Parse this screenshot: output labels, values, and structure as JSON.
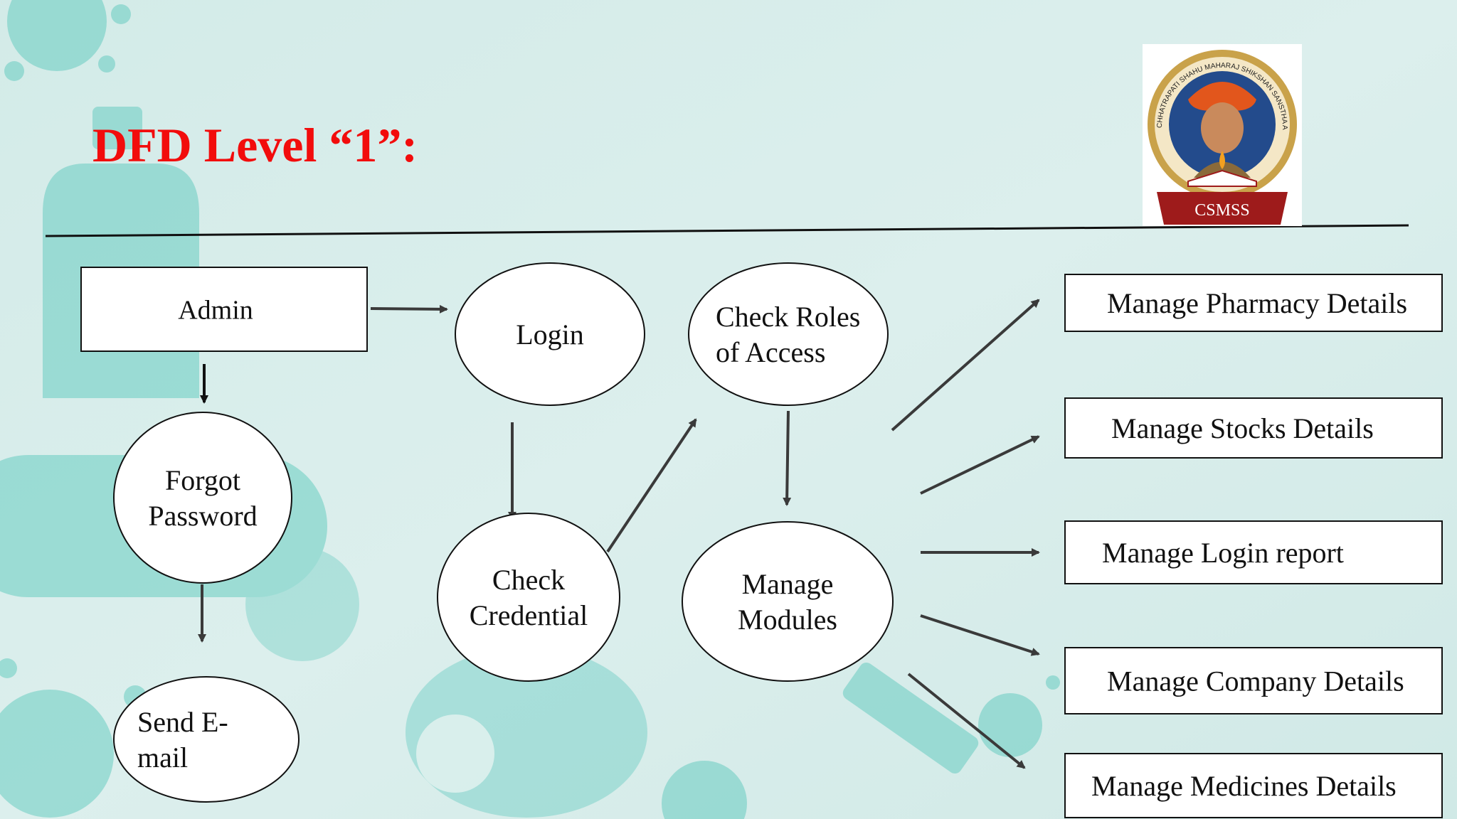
{
  "slide": {
    "title": "DFD Level “1”:",
    "logo_text": "CSMSS",
    "logo_ring_text": "CHHATRAPATI SHAHU MAHARAJ SHIKSHAN SANSTHA AURANGABAD"
  },
  "colors": {
    "title": "#f20c0c",
    "background": "#d6ecea",
    "decor": "#4fc4b8",
    "logo_gold": "#c9a24a",
    "logo_red": "#9e1b1b",
    "logo_blue": "#234b8c",
    "arrow": "#3a3a3a"
  },
  "diagram": {
    "nodes": [
      {
        "id": "admin",
        "shape": "rect",
        "lines": [
          "Admin"
        ]
      },
      {
        "id": "login",
        "shape": "ellipse",
        "lines": [
          "Login"
        ]
      },
      {
        "id": "check-roles",
        "shape": "ellipse",
        "lines": [
          "Check Roles",
          "of Access"
        ]
      },
      {
        "id": "forgot-password",
        "shape": "ellipse",
        "lines": [
          "Forgot",
          "Password"
        ]
      },
      {
        "id": "send-email",
        "shape": "ellipse",
        "lines": [
          "Send E-",
          "mail"
        ]
      },
      {
        "id": "check-credential",
        "shape": "ellipse",
        "lines": [
          "Check",
          "Credential"
        ]
      },
      {
        "id": "manage-modules",
        "shape": "ellipse",
        "lines": [
          "Manage",
          "Modules"
        ]
      },
      {
        "id": "manage-pharmacy",
        "shape": "rect",
        "lines": [
          "Manage Pharmacy Details"
        ]
      },
      {
        "id": "manage-stocks",
        "shape": "rect",
        "lines": [
          "Manage Stocks Details"
        ]
      },
      {
        "id": "manage-login-report",
        "shape": "rect",
        "lines": [
          "Manage Login report"
        ]
      },
      {
        "id": "manage-company",
        "shape": "rect",
        "lines": [
          "Manage Company Details"
        ]
      },
      {
        "id": "manage-medicines",
        "shape": "rect",
        "lines": [
          "Manage Medicines Details"
        ]
      }
    ],
    "edges": [
      {
        "from": "admin",
        "to": "login"
      },
      {
        "from": "admin",
        "to": "forgot-password"
      },
      {
        "from": "forgot-password",
        "to": "send-email"
      },
      {
        "from": "login",
        "to": "check-credential"
      },
      {
        "from": "check-credential",
        "to": "check-roles"
      },
      {
        "from": "check-roles",
        "to": "manage-modules"
      },
      {
        "from": "manage-modules",
        "to": "manage-pharmacy"
      },
      {
        "from": "manage-modules",
        "to": "manage-stocks"
      },
      {
        "from": "manage-modules",
        "to": "manage-login-report"
      },
      {
        "from": "manage-modules",
        "to": "manage-company"
      },
      {
        "from": "manage-modules",
        "to": "manage-medicines"
      }
    ]
  }
}
